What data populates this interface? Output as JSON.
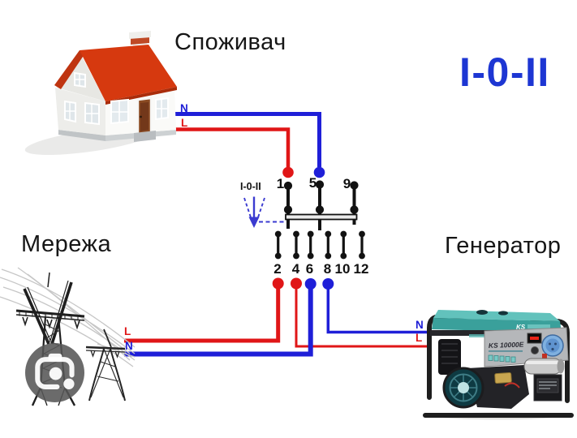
{
  "labels": {
    "consumer": "Споживач",
    "grid": "Мережа",
    "generator": "Генератор",
    "position_indicator": "I-0-II"
  },
  "switch": {
    "label_small": "I-0-II",
    "top_terminals": [
      "1",
      "5",
      "9"
    ],
    "bottom_terminals": [
      "2",
      "4",
      "6",
      "8",
      "10",
      "12"
    ]
  },
  "wire_labels": {
    "house_neutral": "N",
    "house_line": "L",
    "grid_line": "L",
    "grid_neutral": "N",
    "generator_neutral": "N",
    "generator_line": "L"
  },
  "generator_unit": {
    "brand": "KS",
    "model": "KS 10000E"
  },
  "icons": {
    "lens": "google-lens-camera-icon"
  },
  "colors": {
    "wire_red": "#e01617",
    "wire_blue": "#1f1fd8",
    "indicator_blue": "#1d36d3",
    "dashed_blue": "#3b3bd0",
    "switch_black": "#121212",
    "roof_red": "#d6390f",
    "generator_teal": "#3aa09b",
    "background": "#ffffff"
  }
}
